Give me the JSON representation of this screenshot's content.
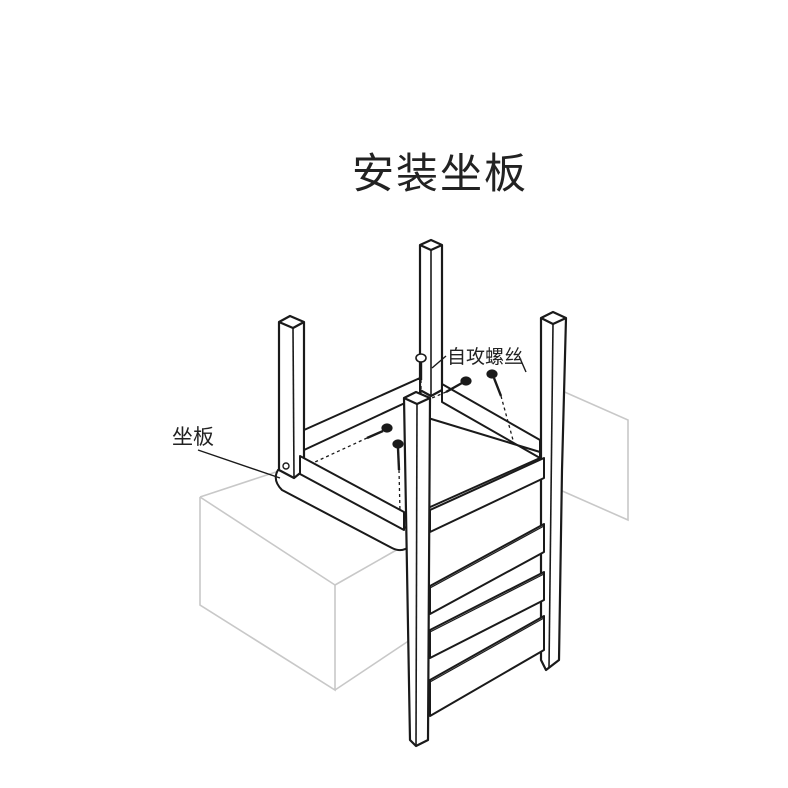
{
  "title": "安装坐板",
  "labels": {
    "screws": "自攻螺丝",
    "seat_board": "坐板"
  },
  "colors": {
    "line": "#1a1a1a",
    "table_line": "#c8c8c8",
    "background": "#ffffff"
  }
}
